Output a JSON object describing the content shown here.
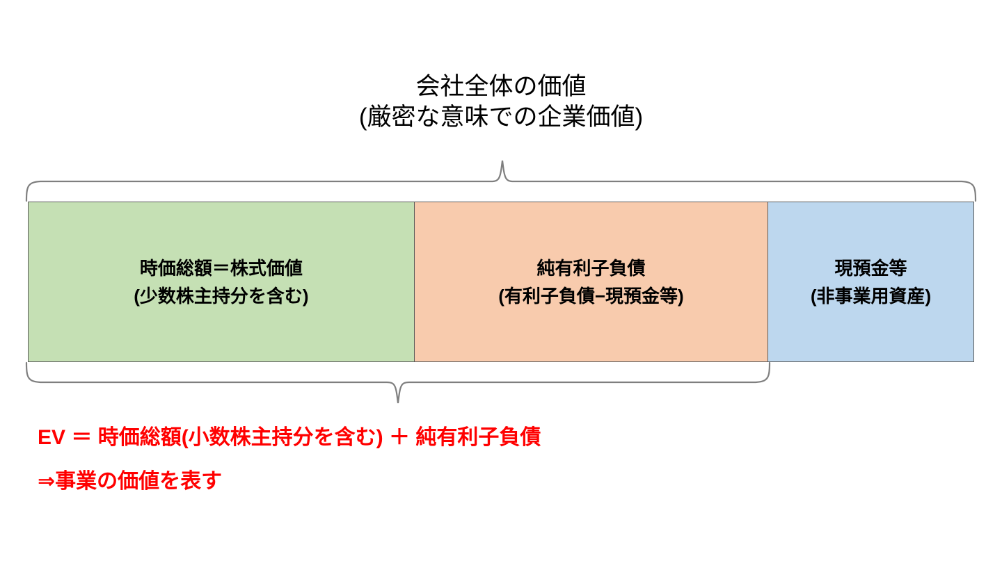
{
  "diagram": {
    "title": {
      "line1": "会社全体の価値",
      "line2": "(厳密な意味での企業価値)"
    },
    "segments": [
      {
        "name": "equity-value",
        "line1": "時価総額＝株式価値",
        "line2": "(少数株主持分を含む)",
        "color": "#C5E0B4"
      },
      {
        "name": "net-interest-bearing-debt",
        "line1": "純有利子負債",
        "line2": "(有利子負債−現預金等)",
        "color": "#F8CBAD"
      },
      {
        "name": "cash-and-deposits",
        "line1": "現預金等",
        "line2": "(非事業用資産)",
        "color": "#BDD7EE"
      }
    ],
    "formula": {
      "line1": "EV ＝ 時価総額(小数株主持分を含む) ＋ 純有利子負債",
      "line2": "⇒事業の価値を表す",
      "color": "#FF0000"
    },
    "braces": {
      "top_label_target": "会社全体の価値",
      "bottom_label_target": "EV"
    }
  }
}
